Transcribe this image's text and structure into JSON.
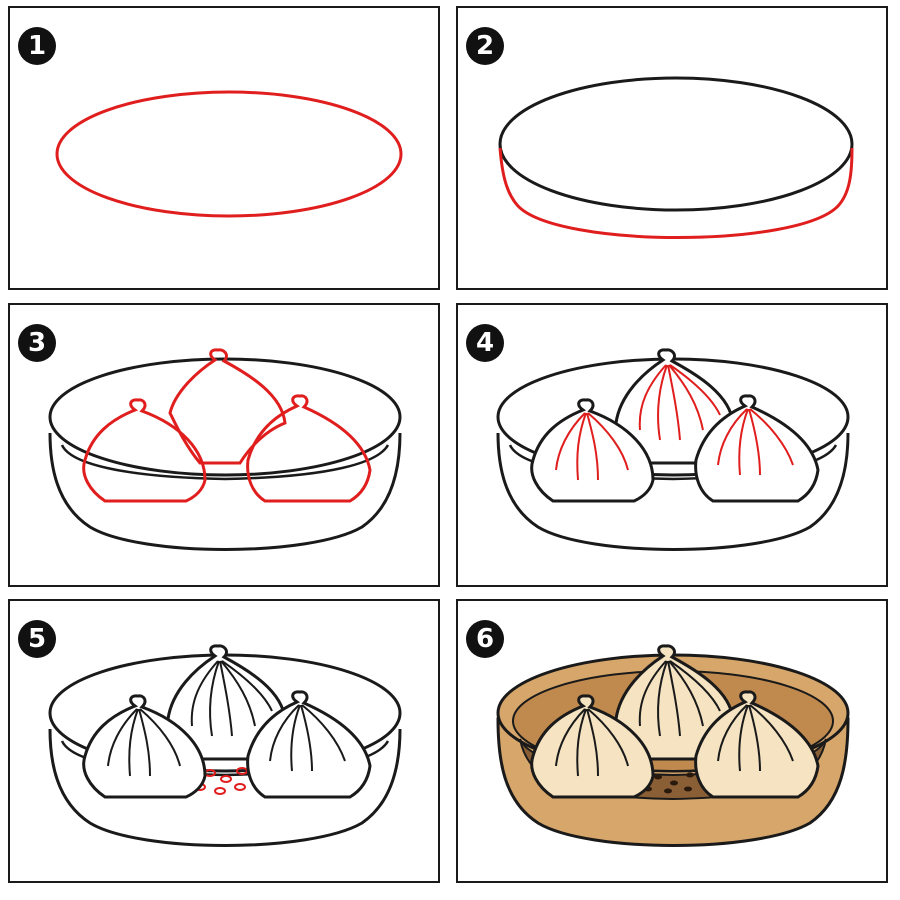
{
  "steps": [
    {
      "number": "1"
    },
    {
      "number": "2"
    },
    {
      "number": "3"
    },
    {
      "number": "4"
    },
    {
      "number": "5"
    },
    {
      "number": "6"
    }
  ],
  "colors": {
    "outline": "#1a1a1a",
    "highlight": "#e01e1e",
    "steamer_fill": "#d7a66b",
    "steamer_inner": "#c08a4e",
    "steamer_floor": "#8a5f36",
    "dumpling_fill": "#f5e3c2",
    "dumpling_shade": "#ecd2a8"
  }
}
